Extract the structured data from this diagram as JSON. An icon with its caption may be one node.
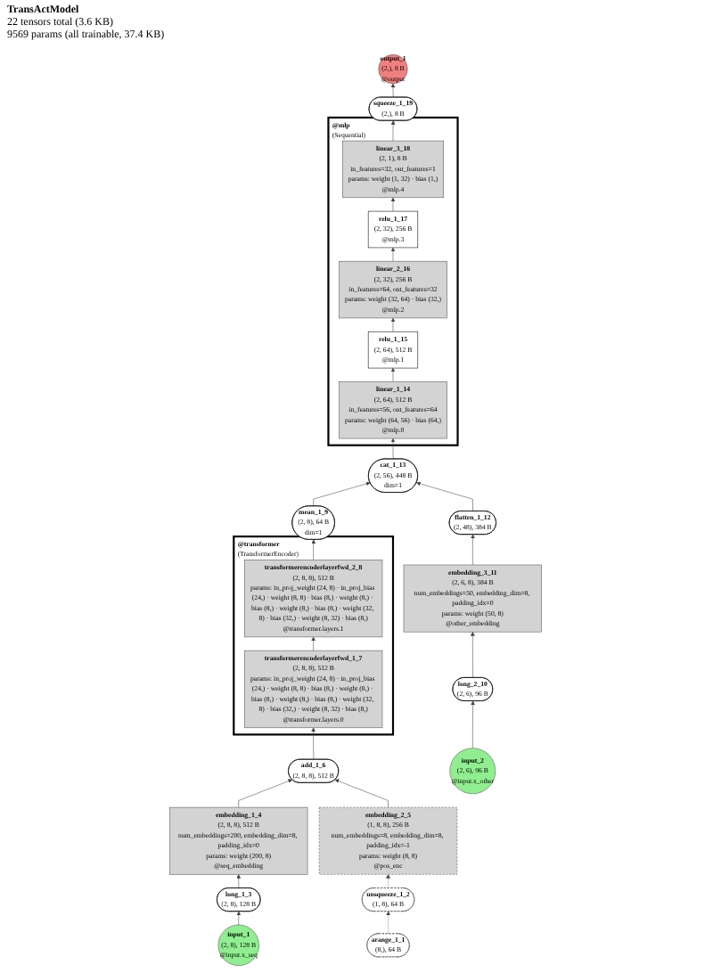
{
  "diagram": {
    "title": "TransActModel",
    "nodes": [
      {
        "text": [
          "output_1",
          "(2,), 8 B",
          "@output"
        ]
      },
      {
        "text": [
          "squeeze_1_19",
          "(2,), 8 B"
        ]
      },
      {
        "text": [
          "@mlp",
          "(Sequential)"
        ]
      },
      {
        "text": [
          "linear_3_18",
          "(2, 1), 8 B",
          "in_features=32, out_features=1",
          "params: weight (1, 32) · bias (1,)",
          "@mlp.4"
        ],
        "in": 2
      },
      {
        "text": [
          "relu_1_17",
          "(2, 32), 256 B",
          "@mlp.3"
        ],
        "in": 2
      },
      {
        "text": [
          "linear_2_16",
          "(2, 32), 256 B",
          "in_features=64, out_features=32",
          "params: weight (32, 64) · bias (32,)",
          "@mlp.2"
        ],
        "in": 2
      },
      {
        "text": [
          "relu_1_15",
          "(2, 64), 512 B",
          "@mlp.1"
        ],
        "in": 2
      },
      {
        "text": [
          "linear_1_14",
          "(2, 64), 512 B",
          "in_features=56, out_features=64",
          "params: weight (64, 56) · bias (64,)",
          "@mlp.0"
        ],
        "in": 2
      },
      {
        "text": [
          "cat_1_13",
          "(2, 56), 448 B",
          "dim=1"
        ]
      },
      {
        "text": [
          "mean_1_9",
          "(2, 8), 64 B",
          "dim=1"
        ]
      },
      {
        "text": [
          "flatten_1_12",
          "(2, 48), 384 B"
        ]
      },
      {
        "text": [
          "@transformer",
          "(TransformerEncoder)"
        ]
      },
      {
        "text": [
          "transformerencoderlayerfwd_2_8",
          "(2, 8, 8), 512 B",
          "params: in_proj_weight (24, 8) · in_proj_bias (24,) · weight (8, 8) · bias (8,) · weight (8,) · bias (8,) · weight (8,) · bias (8,) · weight (32, 8) · bias (32,) · weight (8, 32) · bias (8,)",
          "@transformer.layers.1"
        ],
        "in": 11
      },
      {
        "text": [
          "transformerencoderlayerfwd_1_7",
          "(2, 8, 8), 512 B",
          "params: in_proj_weight (24, 8) · in_proj_bias (24,) · weight (8, 8) · bias (8,) · weight (8,) · bias (8,) · weight (8,) · bias (8,) · weight (32, 8) · bias (32,) · weight (8, 32) · bias (8,)",
          "@transformer.layers.0"
        ],
        "in": 11
      },
      {
        "text": [
          "embedding_3_11",
          "(2, 6, 8), 384 B",
          "num_embeddings=50, embedding_dim=8, padding_idx=0",
          "params: weight (50, 8)",
          "@other_embedding"
        ]
      },
      {
        "text": [
          "long_2_10",
          "(2, 6), 96 B"
        ]
      },
      {
        "text": [
          "input_2",
          "(2, 6), 96 B",
          "@input.x_other"
        ]
      },
      {
        "text": [
          "add_1_6",
          "(2, 8, 8), 512 B"
        ]
      },
      {
        "text": [
          "embedding_1_4",
          "(2, 8, 8), 512 B",
          "num_embeddings=200, embedding_dim=8, padding_idx=0",
          "params: weight (200, 8)",
          "@seq_embedding"
        ]
      },
      {
        "text": [
          "embedding_2_5",
          "(1, 8, 8), 256 B",
          "num_embeddings=8, embedding_dim=8, padding_idx=-1",
          "params: weight (8, 8)",
          "@pos_enc"
        ]
      },
      {
        "text": [
          "long_1_3",
          "(2, 8), 128 B"
        ]
      },
      {
        "text": [
          "unsqueeze_1_2",
          "(1, 8), 64 B"
        ]
      },
      {
        "text": [
          "input_1",
          "(2, 8), 128 B",
          "@input.x_seq"
        ]
      },
      {
        "text": [
          "arange_1_1",
          "(8,), 64 B"
        ]
      }
    ],
    "edges": [
      {
        "from": 22,
        "to": 20,
        "arrow": "to"
      },
      {
        "from": 20,
        "to": 18,
        "arrow": "to"
      },
      {
        "from": 23,
        "to": 21,
        "arrow": "to",
        "style": "dashed"
      },
      {
        "from": 21,
        "to": 19,
        "arrow": "to",
        "style": "dashed"
      },
      {
        "from": 18,
        "to": 17,
        "arrow": "to"
      },
      {
        "from": 19,
        "to": 17,
        "arrow": "to"
      },
      {
        "from": 17,
        "to": 13,
        "arrow": "to"
      },
      {
        "from": 13,
        "to": 12,
        "arrow": "to"
      },
      {
        "from": 12,
        "to": 9,
        "arrow": "to"
      },
      {
        "from": 9,
        "to": 8,
        "arrow": "to"
      },
      {
        "from": 16,
        "to": 15,
        "arrow": "to"
      },
      {
        "from": 15,
        "to": 14,
        "arrow": "to"
      },
      {
        "from": 14,
        "to": 10,
        "arrow": "to"
      },
      {
        "from": 10,
        "to": 8,
        "arrow": "to"
      },
      {
        "from": 8,
        "to": 7,
        "arrow": "to"
      },
      {
        "from": 7,
        "to": 6,
        "arrow": "to"
      },
      {
        "from": 6,
        "to": 5,
        "arrow": "to"
      },
      {
        "from": 5,
        "to": 4,
        "arrow": "to"
      },
      {
        "from": 4,
        "to": 3,
        "arrow": "to"
      },
      {
        "from": 3,
        "to": 1,
        "arrow": "to"
      },
      {
        "from": 1,
        "to": 0,
        "arrow": "to"
      }
    ],
    "labels": [
      "22 tensors total (3.6 KB)",
      "9569 params (all trainable, 37.4 KB)"
    ]
  }
}
